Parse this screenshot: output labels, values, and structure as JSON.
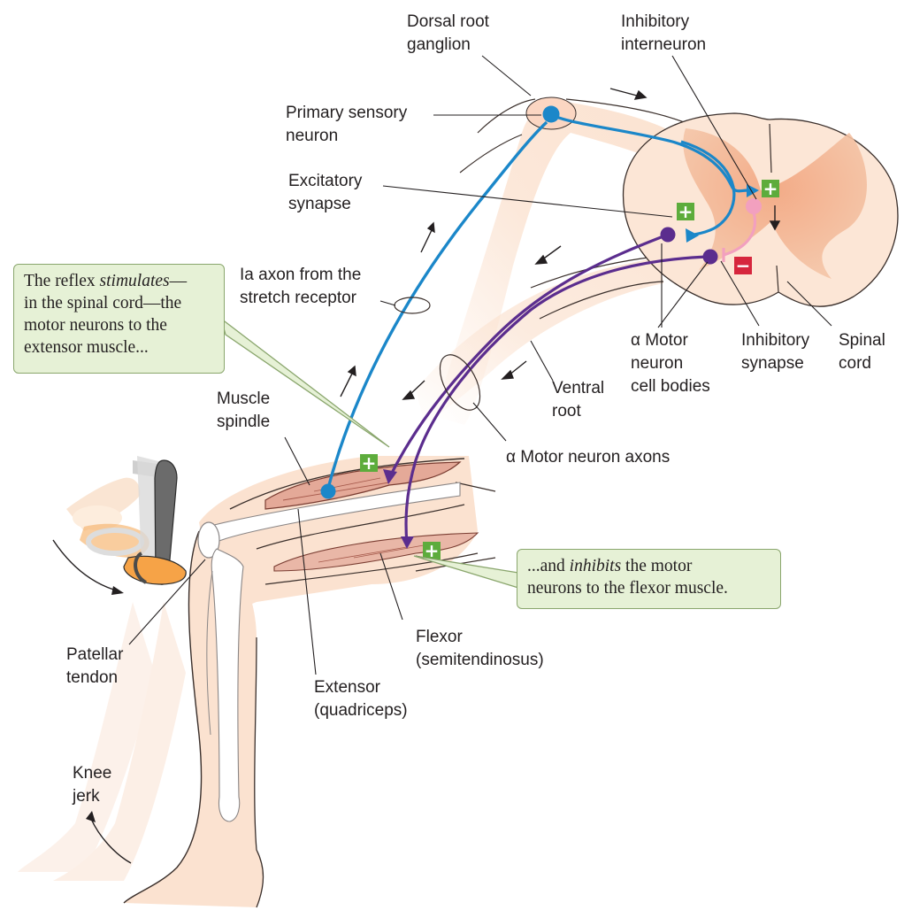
{
  "labels": {
    "dorsal_root_ganglion": "Dorsal root\nganglion",
    "inhibitory_interneuron": "Inhibitory\ninterneuron",
    "primary_sensory_neuron": "Primary sensory\nneuron",
    "excitatory_synapse": "Excitatory\nsynapse",
    "ia_axon": "Ia axon from the\nstretch receptor",
    "muscle_spindle": "Muscle\nspindle",
    "alpha_motor_neuron_cell_bodies": "α Motor\nneuron\ncell bodies",
    "inhibitory_synapse": "Inhibitory\nsynapse",
    "spinal_cord": "Spinal\ncord",
    "ventral_root": "Ventral\nroot",
    "alpha_motor_neuron_axons": "α Motor neuron axons",
    "patellar_tendon": "Patellar\ntendon",
    "flexor": "Flexor\n(semitendinosus)",
    "extensor": "Extensor\n(quadriceps)",
    "knee_jerk": "Knee\njerk"
  },
  "callouts": {
    "stimulates": {
      "pre": "The reflex ",
      "em": "stimulates",
      "post": "—\nin the spinal cord—the\nmotor neurons to the\nextensor muscle..."
    },
    "inhibits": {
      "pre": "...and ",
      "em": "inhibits",
      "post": " the motor\nneurons to the flexor muscle."
    }
  },
  "symbols": {
    "plus": "+",
    "minus": "−"
  },
  "colors": {
    "sensory_neuron": "#1b87c9",
    "motor_neuron": "#5b2d8e",
    "inhibitory_interneuron": "#f2a0bf",
    "spinal_gray_matter": "#f0b593",
    "spinal_white_matter": "#fbe4d4",
    "skin": "#fbe2d0",
    "muscle": "#e8b5a5",
    "bone": "#ffffff",
    "excitatory_marker": "#5dac3c",
    "inhibitory_marker": "#d6263d",
    "callout_fill": "#e6f1d6",
    "callout_border": "#8aa66d",
    "hammer": "#6b6b6b",
    "ghost_hammer": "#cfcfcf"
  }
}
